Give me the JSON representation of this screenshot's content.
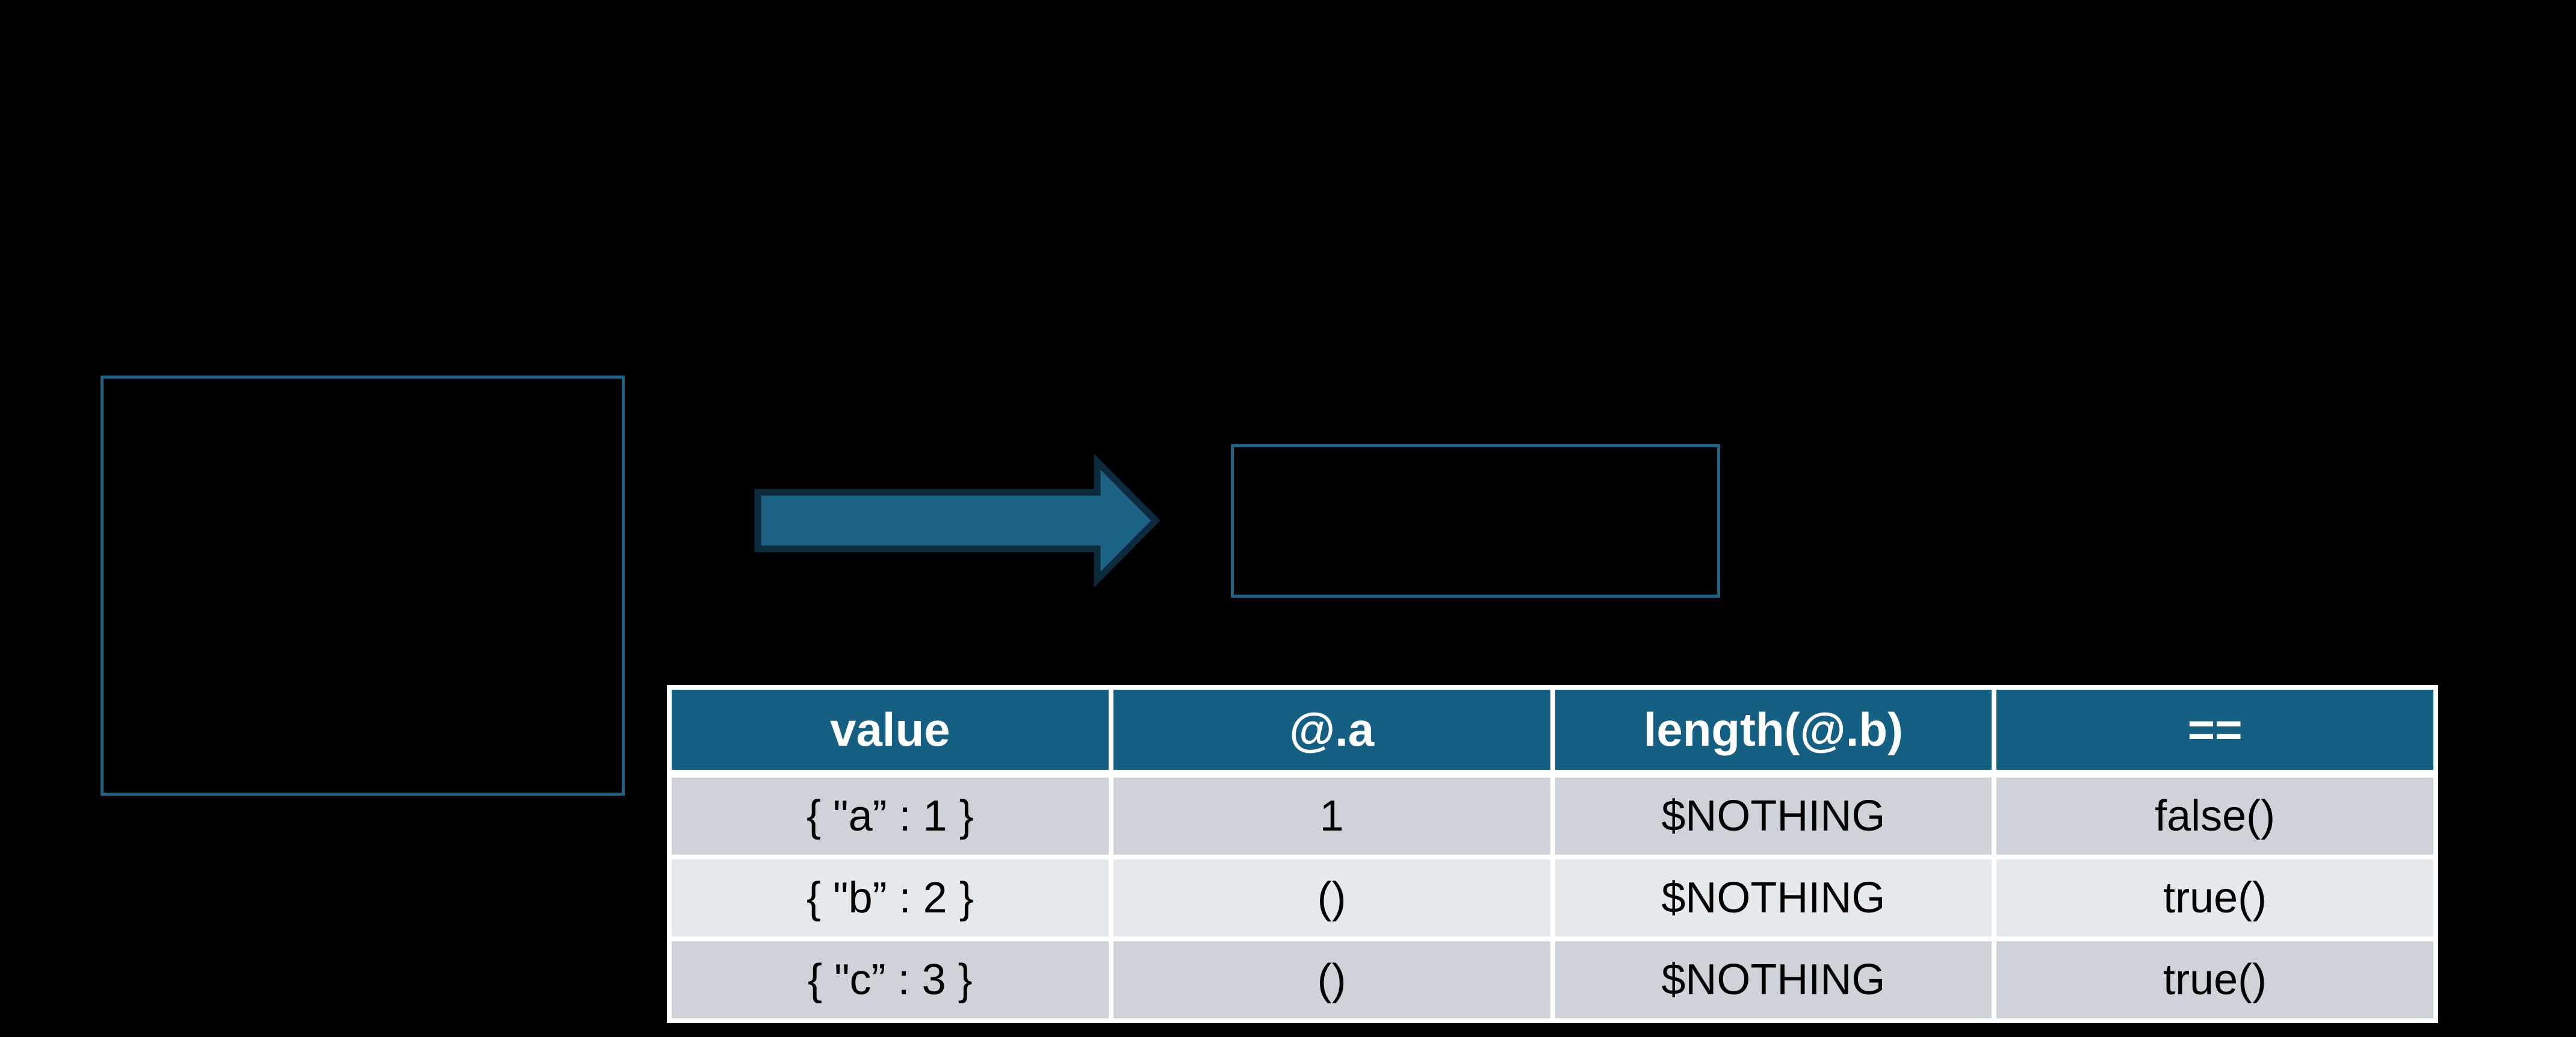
{
  "theme": {
    "background": "#000000",
    "teal": "#156082",
    "arrow_fill": "#1B6284",
    "arrow_outline": "#0C2B3D",
    "box_border": "#1F6386",
    "row_odd": "#CED3DA",
    "row_even": "#E5E9EC",
    "header_text": "#FFFFFF",
    "body_text": "#000000",
    "table_lines": "#FFFFFF"
  },
  "diagram": {
    "left_box": {
      "label": ""
    },
    "arrow": {
      "direction": "right"
    },
    "right_box": {
      "label": ""
    }
  },
  "table": {
    "header": {
      "columns": [
        "value",
        "@.a",
        "length(@.b)",
        "=="
      ]
    },
    "rows": [
      {
        "cells": [
          "{ \"a” : 1 }",
          "1",
          "$NOTHING",
          "false()"
        ]
      },
      {
        "cells": [
          "{ \"b” : 2 }",
          "()",
          "$NOTHING",
          "true()"
        ]
      },
      {
        "cells": [
          "{ \"c” : 3 }",
          "()",
          "$NOTHING",
          "true()"
        ]
      }
    ]
  }
}
